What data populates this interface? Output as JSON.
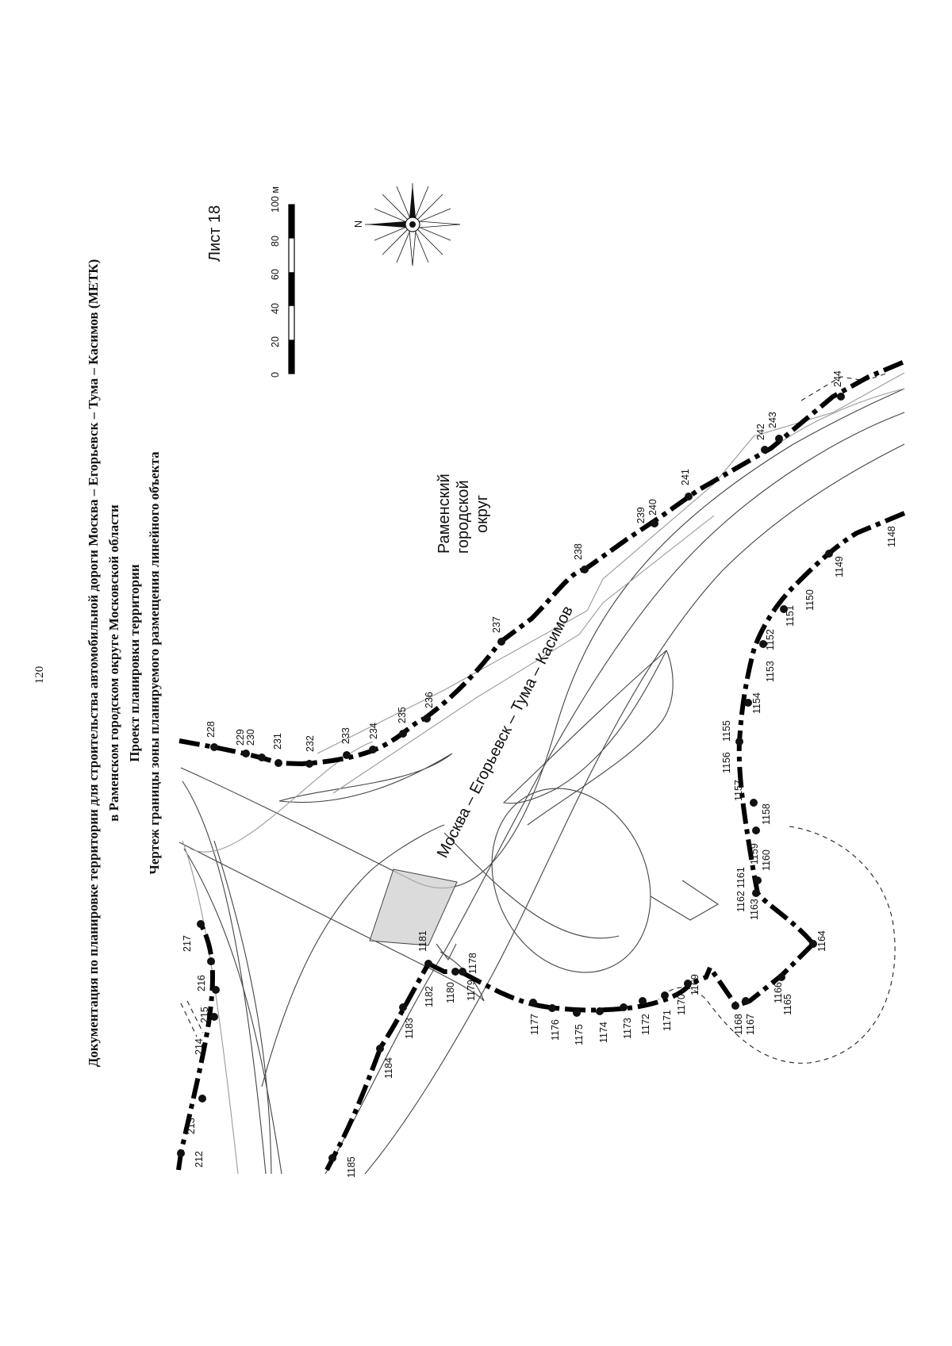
{
  "page_number": "120",
  "title": {
    "line1": "Документация по планировке территории для строительства автомобильной дороги Москва – Егорьевск – Тума – Касимов (МЕТК)",
    "line2": "в Раменском городском округе Московской области",
    "line3": "Проект планировки территории",
    "line4": "Чертеж границы зоны планируемого размещения линейного объекта"
  },
  "sheet_label": "Лист 18",
  "scale_bar": {
    "ticks": [
      "0",
      "20",
      "40",
      "60",
      "80",
      "100 м"
    ]
  },
  "compass": {
    "north_label": "N"
  },
  "district_label": {
    "line1": "Раменский",
    "line2": "городской",
    "line3": "округ"
  },
  "road_label": "Москва – Егорьевск – Тума – Касимов",
  "points": {
    "p212": "212",
    "p213": "213",
    "p214": "214",
    "p215": "215",
    "p216": "216",
    "p217": "217",
    "p228": "228",
    "p229": "229",
    "p230": "230",
    "p231": "231",
    "p232": "232",
    "p233": "233",
    "p234": "234",
    "p235": "235",
    "p236": "236",
    "p237": "237",
    "p238": "238",
    "p239": "239",
    "p240": "240",
    "p241": "241",
    "p242": "242",
    "p243": "243",
    "p244": "244",
    "p1148": "1148",
    "p1149": "1149",
    "p1150": "1150",
    "p1151": "1151",
    "p1152": "1152",
    "p1153": "1153",
    "p1154": "1154",
    "p1155": "1155",
    "p1156": "1156",
    "p1157": "1157",
    "p1158": "1158",
    "p1159": "1159",
    "p1160": "1160",
    "p1161": "1161",
    "p1162": "1162",
    "p1163": "1163",
    "p1164": "1164",
    "p1165": "1165",
    "p1166": "1166",
    "p1167": "1167",
    "p1168": "1168",
    "p1169": "1169",
    "p1170": "1170",
    "p1171": "1171",
    "p1172": "1172",
    "p1173": "1173",
    "p1174": "1174",
    "p1175": "1175",
    "p1176": "1176",
    "p1177": "1177",
    "p1178": "1178",
    "p1179": "1179",
    "p1180": "1180",
    "p1181": "1181",
    "p1182": "1182",
    "p1183": "1183",
    "p1184": "1184",
    "p1185": "1185"
  }
}
